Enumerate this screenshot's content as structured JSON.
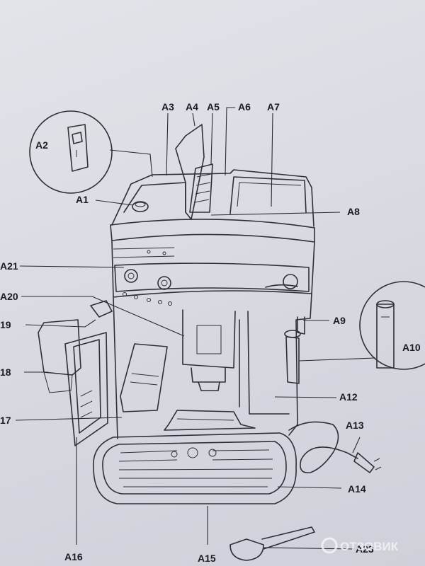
{
  "labels": {
    "A1": "A1",
    "A2": "A2",
    "A3": "A3",
    "A4": "A4",
    "A5": "A5",
    "A6": "A6",
    "A7": "A7",
    "A8": "A8",
    "A9": "A9",
    "A10": "A10",
    "A12": "A12",
    "A13": "A13",
    "A14": "A14",
    "A15": "A15",
    "A16": "A16",
    "A17": "17",
    "A18": "18",
    "A19": "19",
    "A20": "A20",
    "A21": "A21",
    "A23": "A23"
  },
  "watermark": {
    "text": "ОТЗОВИК"
  }
}
